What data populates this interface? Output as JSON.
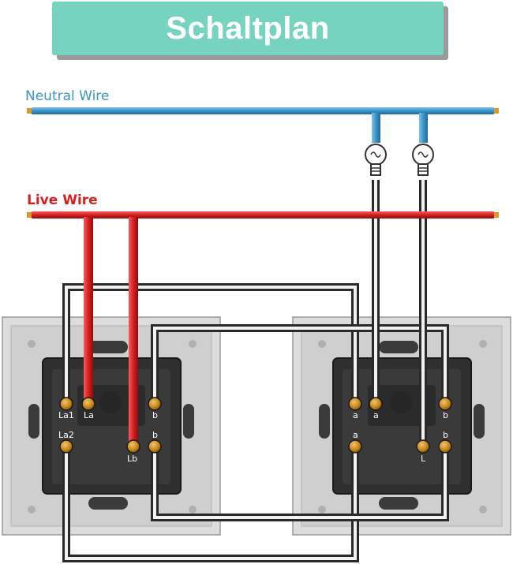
{
  "title": "Schaltplan",
  "wires": {
    "neutral_label": "Neutral Wire",
    "live_label": "Live Wire",
    "neutral_color": "#3a93c9",
    "live_color": "#d81f1f",
    "traveller_color": "#2a2a2a"
  },
  "switch_left": {
    "terminals": [
      "La1",
      "La",
      "b",
      "La2",
      "Lb",
      "b"
    ]
  },
  "switch_right": {
    "terminals": [
      "a",
      "a",
      "b",
      "a",
      "L",
      "b"
    ]
  },
  "colors": {
    "title_bg": "#76d3bf",
    "plate": "#dcdcdc",
    "switch_body": "#2f2f2f",
    "terminal": "#c8881c"
  },
  "icons": [
    "light-bulb-icon"
  ]
}
